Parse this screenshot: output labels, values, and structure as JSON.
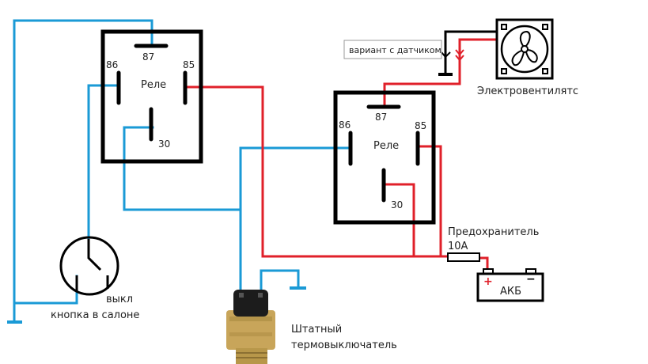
{
  "diagram": {
    "title": "Схема подключения электровентилятора через два реле",
    "colors": {
      "wire_blue": "#1a9ad6",
      "wire_red": "#e0202a",
      "outline": "#000000",
      "background": "#ffffff",
      "sensor_brass": "#c8a55a",
      "sensor_plug": "#1c1c1c"
    },
    "relay_1": {
      "label": "Реле",
      "pins": {
        "p87": "87",
        "p86": "86",
        "p85": "85",
        "p30": "30"
      }
    },
    "relay_2": {
      "label": "Реле",
      "pins": {
        "p87": "87",
        "p86": "86",
        "p85": "85",
        "p30": "30"
      }
    },
    "fan": {
      "label": "Электровентилятс",
      "icon": "fan-icon"
    },
    "sensor_variant": {
      "label": "вариант с датчиком"
    },
    "fuse": {
      "label": "Предохранитель",
      "rating": "10А"
    },
    "battery": {
      "label": "АКБ",
      "plus": "+",
      "minus": "−"
    },
    "switch": {
      "state_label": "выкл",
      "label": "кнопка в салоне"
    },
    "thermo_switch": {
      "line1": "Штатный",
      "line2": "термовыключатель"
    }
  }
}
